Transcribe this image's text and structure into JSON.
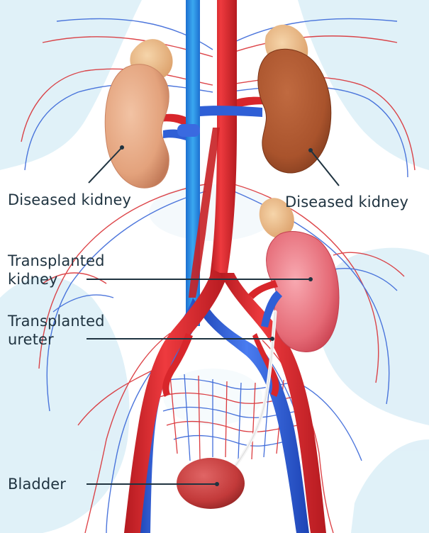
{
  "labels": {
    "diseased_kidney_left": "Diseased kidney",
    "diseased_kidney_right": "Diseased kidney",
    "transplanted_kidney": "Transplanted\nkidney",
    "transplanted_ureter": "Transplanted\nureter",
    "bladder": "Bladder"
  },
  "colors": {
    "label_text": "#1f3340",
    "leader_line": "#1f3340",
    "artery": "#d8262b",
    "vein": "#2f5fd6",
    "diseased_kidney_left": "#e3a27c",
    "diseased_kidney_right": "#a9532c",
    "transplanted_kidney": "#e56a76",
    "bladder": "#c33a3a",
    "adrenal_gland": "#e9b983",
    "background_tint": "#d6ecf6"
  }
}
